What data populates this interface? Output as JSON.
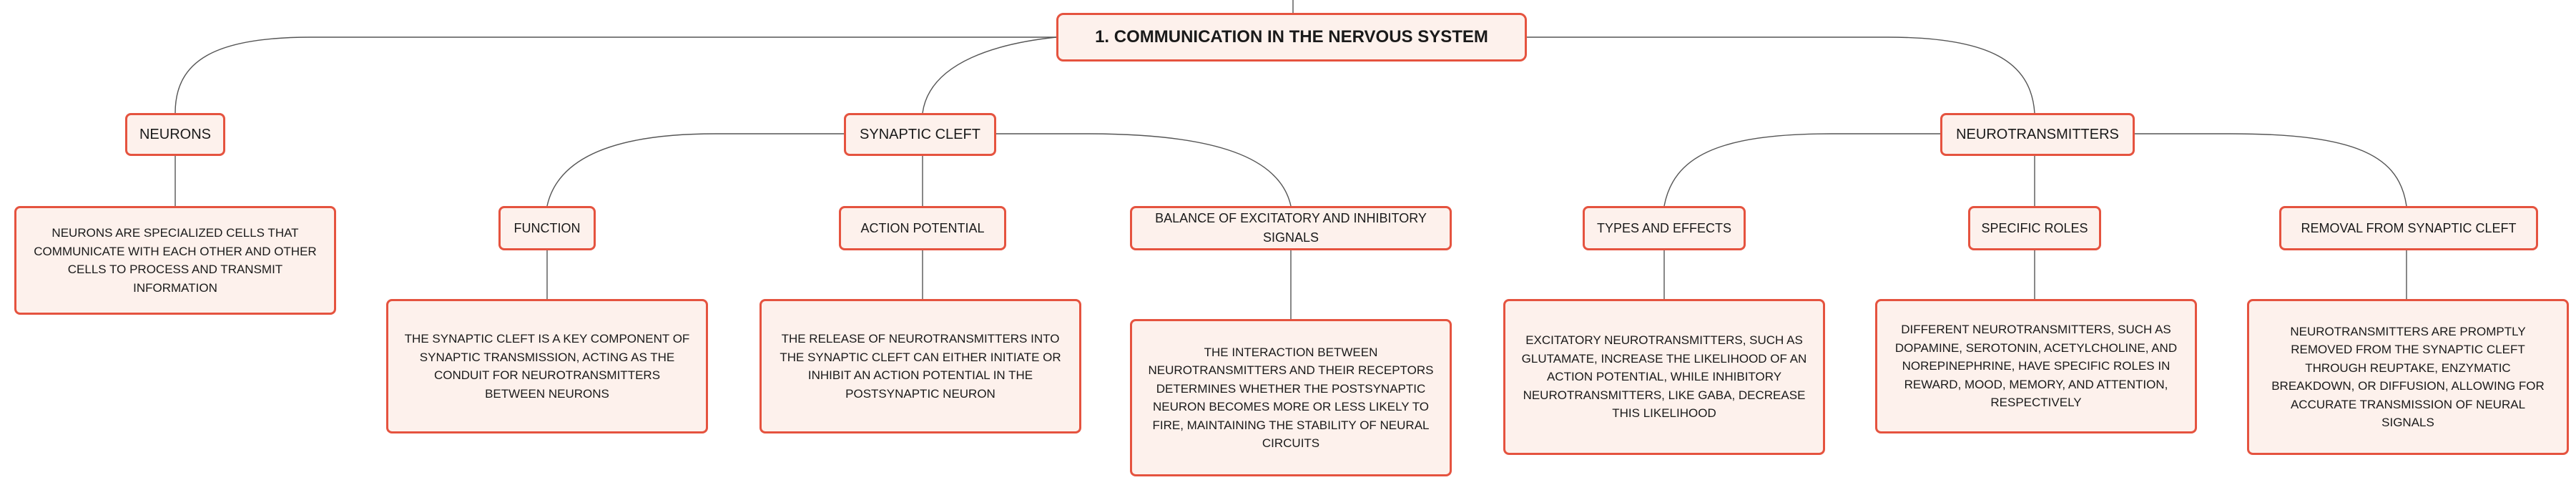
{
  "root": {
    "label": "1. COMMUNICATION IN THE NERVOUS SYSTEM"
  },
  "neurons": {
    "label": "NEURONS",
    "description": "NEURONS ARE SPECIALIZED CELLS THAT COMMUNICATE WITH EACH OTHER AND OTHER CELLS TO PROCESS AND TRANSMIT INFORMATION"
  },
  "synaptic_cleft": {
    "label": "SYNAPTIC CLEFT",
    "children": [
      {
        "label": "FUNCTION",
        "description": "THE SYNAPTIC CLEFT IS A KEY COMPONENT OF SYNAPTIC TRANSMISSION, ACTING AS THE CONDUIT FOR NEUROTRANSMITTERS BETWEEN NEURONS"
      },
      {
        "label": "ACTION POTENTIAL",
        "description": "THE RELEASE OF NEUROTRANSMITTERS INTO THE SYNAPTIC CLEFT CAN EITHER INITIATE OR INHIBIT AN ACTION POTENTIAL IN THE POSTSYNAPTIC NEURON"
      },
      {
        "label": "BALANCE OF EXCITATORY AND INHIBITORY SIGNALS",
        "description": "THE INTERACTION BETWEEN NEUROTRANSMITTERS AND THEIR RECEPTORS DETERMINES WHETHER THE POSTSYNAPTIC NEURON BECOMES MORE OR LESS LIKELY TO FIRE, MAINTAINING THE STABILITY OF NEURAL CIRCUITS"
      }
    ]
  },
  "neurotransmitters": {
    "label": "NEUROTRANSMITTERS",
    "children": [
      {
        "label": "TYPES AND EFFECTS",
        "description": "EXCITATORY NEUROTRANSMITTERS, SUCH AS GLUTAMATE, INCREASE THE LIKELIHOOD OF AN ACTION POTENTIAL, WHILE INHIBITORY NEUROTRANSMITTERS, LIKE GABA, DECREASE THIS LIKELIHOOD"
      },
      {
        "label": "SPECIFIC ROLES",
        "description": "DIFFERENT NEUROTRANSMITTERS, SUCH AS DOPAMINE, SEROTONIN, ACETYLCHOLINE, AND NOREPINEPHRINE, HAVE SPECIFIC ROLES IN REWARD, MOOD, MEMORY, AND ATTENTION, RESPECTIVELY"
      },
      {
        "label": "REMOVAL FROM SYNAPTIC CLEFT",
        "description": "NEUROTRANSMITTERS ARE PROMPTLY REMOVED FROM THE SYNAPTIC CLEFT THROUGH REUPTAKE, ENZYMATIC BREAKDOWN, OR DIFFUSION, ALLOWING FOR ACCURATE TRANSMISSION OF NEURAL SIGNALS"
      }
    ]
  },
  "colors": {
    "node_fill": "#fdf1ec",
    "node_border": "#e5533f",
    "connector": "#555555"
  }
}
